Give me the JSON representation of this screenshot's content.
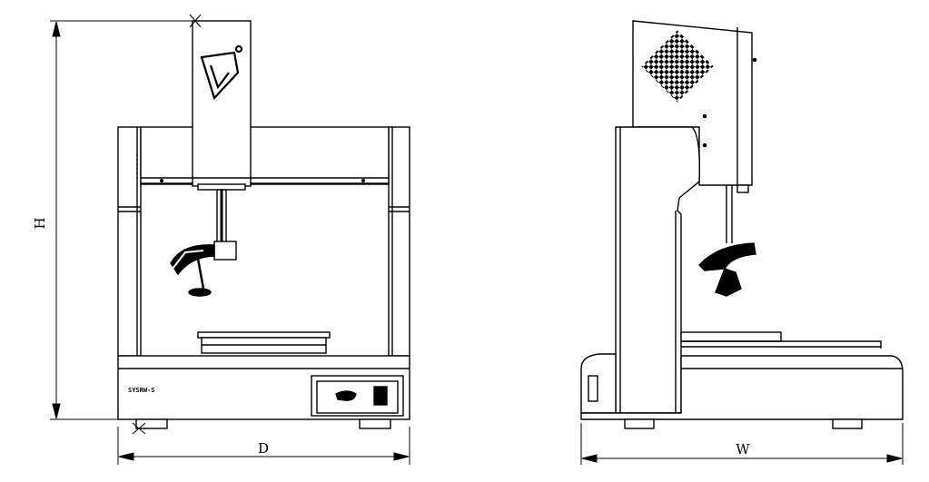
{
  "drawing": {
    "dimensions": {
      "height_label": "H",
      "depth_label": "D",
      "width_label": "W"
    },
    "colors": {
      "line": "#000000",
      "background": "#ffffff"
    }
  }
}
